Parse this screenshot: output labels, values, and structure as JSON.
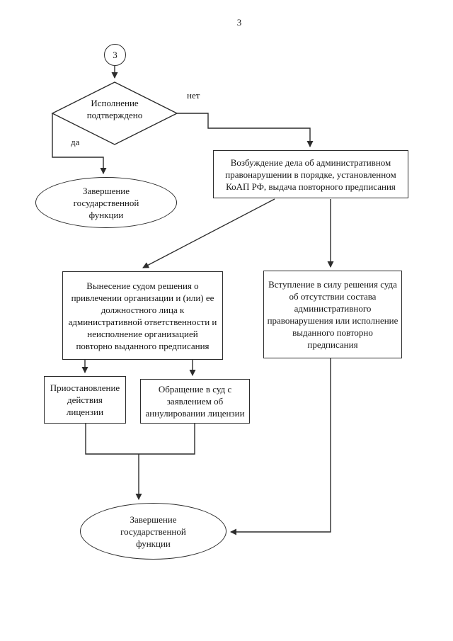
{
  "page": {
    "number": "3"
  },
  "connector": {
    "label": "3"
  },
  "decision": {
    "label": "Исполнение\nподтверждено",
    "no_label": "нет",
    "yes_label": "да"
  },
  "nodes": {
    "case_initiation": {
      "text": "Возбуждение дела об административном\nправонарушении в порядке, установленном\nКоАП РФ, выдача повторного предписания"
    },
    "end_top": {
      "text": "Завершение\nгосударственной\nфункции"
    },
    "court_ruling": {
      "text": "Вынесение судом решения о\nпривлечении организации и (или) ее\nдолжностного лица к\nадминистративной ответственности и\nнеисполнение организацией\nповторно выданного предписания"
    },
    "ruling_effect": {
      "text": "Вступление в силу решения суда\nоб отсутствии состава\nадминистративного\nправонарушения или исполнение\nвыданного повторно\nпредписания"
    },
    "license_suspension": {
      "text": "Приостановление\nдействия\nлицензии"
    },
    "court_application": {
      "text": "Обращение в суд с\nзаявлением об\nаннулировании лицензии"
    },
    "end_bottom": {
      "text": "Завершение\nгосударственной\nфункции"
    }
  },
  "colors": {
    "line": "#2c2c2c",
    "background": "#ffffff",
    "text": "#161616"
  }
}
